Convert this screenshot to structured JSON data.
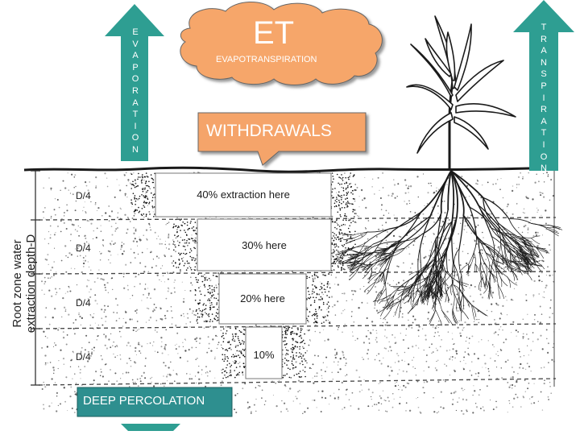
{
  "evaporation": {
    "letters": [
      "E",
      "V",
      "A",
      "P",
      "O",
      "R",
      "A",
      "T",
      "I",
      "O",
      "N"
    ]
  },
  "transpiration": {
    "letters": [
      "T",
      "R",
      "A",
      "N",
      "S",
      "P",
      "I",
      "R",
      "A",
      "T",
      "I",
      "O",
      "N"
    ]
  },
  "et_cloud": {
    "title": "ET",
    "subtitle": "EVAPOTRANSPIRATION"
  },
  "withdrawals": {
    "label": "WITHDRAWALS"
  },
  "deep_percolation": {
    "label": "DEEP PERCOLATION"
  },
  "root_zone_axis": {
    "line1": "Root zone water",
    "line2": "extraction depth-D"
  },
  "layers": [
    {
      "depth_label": "D/4",
      "extraction": "40% extraction here"
    },
    {
      "depth_label": "D/4",
      "extraction": "30% here"
    },
    {
      "depth_label": "D/4",
      "extraction": "20% here"
    },
    {
      "depth_label": "D/4",
      "extraction": "10%"
    }
  ],
  "colors": {
    "arrow_teal": "#2e9e92",
    "cloud_orange": "#f6a66a",
    "withdrawals_box": "#f5a46a",
    "deep_percolation_box": "#2e8f8f"
  }
}
